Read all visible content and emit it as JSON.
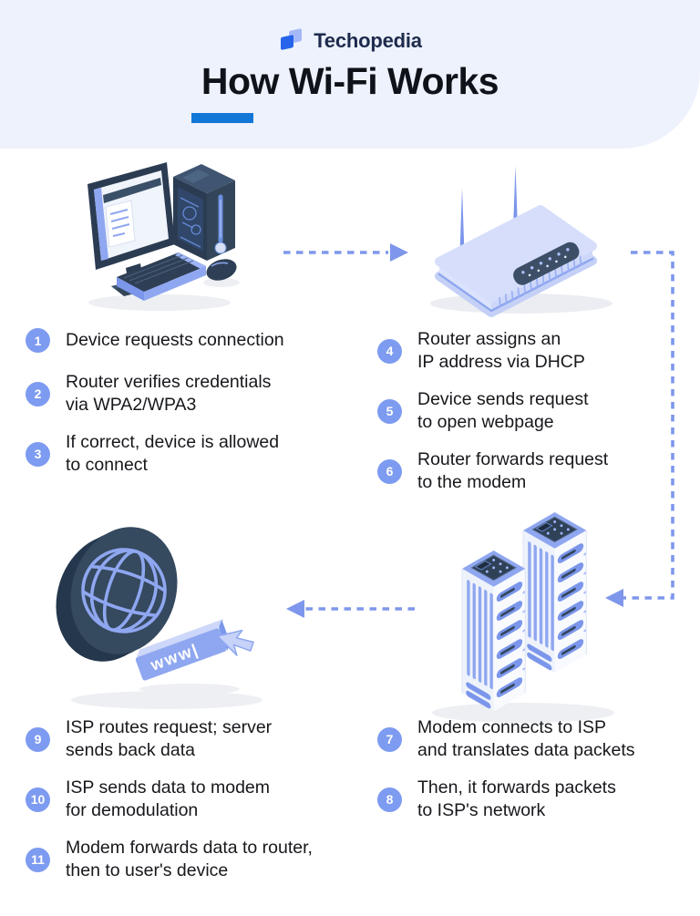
{
  "header": {
    "brand": "Techopedia",
    "title": "How Wi-Fi Works"
  },
  "steps": [
    {
      "num": "1",
      "lines": [
        "Device requests connection",
        ""
      ]
    },
    {
      "num": "2",
      "lines": [
        "Router verifies credentials",
        "via WPA2/WPA3"
      ]
    },
    {
      "num": "3",
      "lines": [
        "If correct, device is allowed",
        "to connect"
      ]
    },
    {
      "num": "4",
      "lines": [
        "Router assigns an",
        "IP address via DHCP"
      ]
    },
    {
      "num": "5",
      "lines": [
        "Device sends request",
        "to open webpage"
      ]
    },
    {
      "num": "6",
      "lines": [
        "Router forwards request",
        "to the modem"
      ]
    },
    {
      "num": "7",
      "lines": [
        "Modem connects to ISP",
        "and translates data packets"
      ]
    },
    {
      "num": "8",
      "lines": [
        "Then, it forwards packets",
        "to ISP's network"
      ]
    },
    {
      "num": "9",
      "lines": [
        "ISP routes request; server",
        "sends back data"
      ]
    },
    {
      "num": "10",
      "lines": [
        "ISP sends data to modem",
        "for demodulation"
      ]
    },
    {
      "num": "11",
      "lines": [
        "Modem forwards data to router,",
        "then to user's device"
      ]
    }
  ],
  "illustrations": {
    "computer": {
      "name": "desktop-computer"
    },
    "router": {
      "name": "wifi-router"
    },
    "servers": {
      "name": "isp-servers"
    },
    "globe": {
      "name": "internet-globe",
      "banner_text": "www|"
    }
  },
  "colors": {
    "header_bg": "#edf2fc",
    "accent_blue": "#1377d8",
    "logo_blue": "#2563eb",
    "logo_light_blue": "#a5b9f8",
    "step_circle": "#7d9bf0",
    "arrow": "#7e97ec",
    "navy": "#2b3c52",
    "periwinkle": "#8fa7f0"
  }
}
